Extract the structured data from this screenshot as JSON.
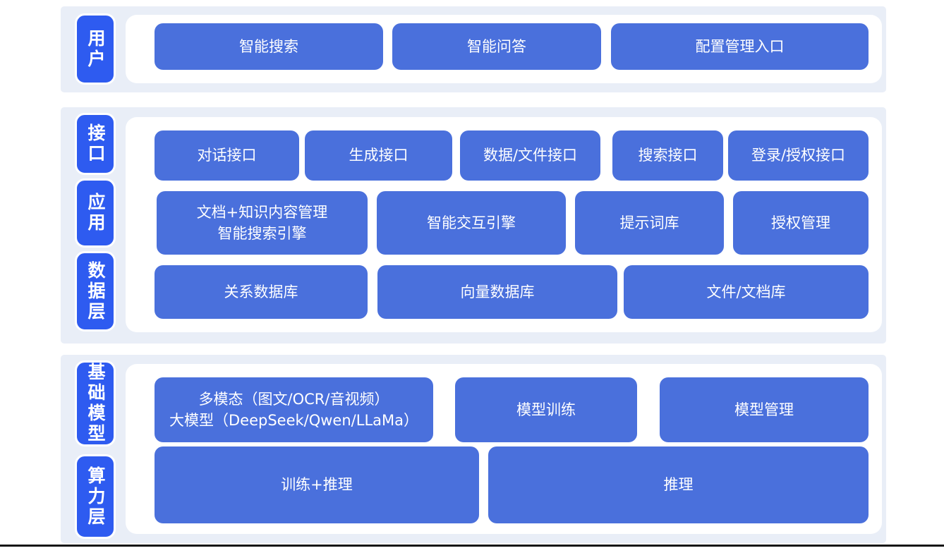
{
  "colors": {
    "label_blue": "#2e5bf0",
    "box_blue": "#4a70dc",
    "band_bg": "#e9eef7",
    "panel_bg": "#ffffff",
    "text_white": "#ffffff",
    "bottom_line": "#161616"
  },
  "bands": [
    {
      "labels": [
        {
          "text": "用户"
        }
      ],
      "boxes": [
        {
          "text": "智能搜索"
        },
        {
          "text": "智能问答"
        },
        {
          "text": "配置管理入口"
        }
      ]
    },
    {
      "labels": [
        {
          "text": "接口"
        },
        {
          "text": "应用"
        },
        {
          "text": "数据层"
        }
      ],
      "boxes": [
        {
          "text": "对话接口"
        },
        {
          "text": "生成接口"
        },
        {
          "text": "数据/文件接口"
        },
        {
          "text": "搜索接口"
        },
        {
          "text": "登录/授权接口"
        },
        {
          "text": "文档+知识内容管理\n智能搜索引擎"
        },
        {
          "text": "智能交互引擎"
        },
        {
          "text": "提示词库"
        },
        {
          "text": "授权管理"
        },
        {
          "text": "关系数据库"
        },
        {
          "text": "向量数据库"
        },
        {
          "text": "文件/文档库"
        }
      ]
    },
    {
      "labels": [
        {
          "text": "基础模型"
        },
        {
          "text": "算力层"
        }
      ],
      "boxes": [
        {
          "text": "多模态（图文/OCR/音视频）\n大模型（DeepSeek/Qwen/LLaMa）"
        },
        {
          "text": "模型训练"
        },
        {
          "text": "模型管理"
        },
        {
          "text": "训练+推理"
        },
        {
          "text": "推理"
        }
      ]
    }
  ]
}
